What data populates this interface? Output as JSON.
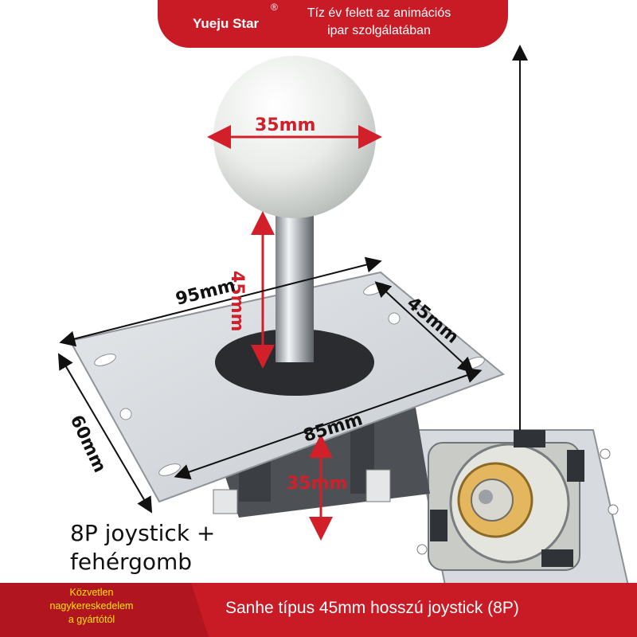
{
  "banner": {
    "brand": "Yueju Star",
    "registered_mark": "®",
    "slogan_line1": "Tíz év felett az animációs",
    "slogan_line2": "ipar szolgálatában"
  },
  "dimensions": {
    "ball": "35mm",
    "shaft": "45mm",
    "plate_length_top": "95mm",
    "plate_width_right": "45mm",
    "plate_width_left": "60mm",
    "plate_length_bottom": "85mm",
    "base_height": "35mm"
  },
  "caption": {
    "line1": "8P joystick +",
    "line2": "fehérgomb"
  },
  "footer": {
    "wholesale_line1": "Közvetlen",
    "wholesale_line2": "nagykereskedelem",
    "wholesale_line3": "a gyártótól",
    "title": "Sanhe típus 45mm hosszú joystick (8P)"
  },
  "colors": {
    "brand_red": "#c81b25",
    "dimension_red": "#d1202a",
    "wholesale_yellow": "#ffe600"
  }
}
